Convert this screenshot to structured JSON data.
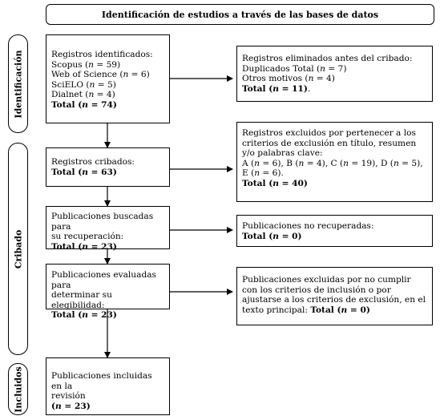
{
  "title": "Identificación de estudios a través de las bases de datos",
  "phases": {
    "identificacion": "Identificación",
    "cribado": "Cribado",
    "incluidos": "Incluidos"
  },
  "boxes": {
    "registros_identificados": {
      "heading": "Registros identificados:",
      "lines": [
        {
          "pre": "Scopus (",
          "n": "n",
          "post": " = 59)"
        },
        {
          "pre": "Web of Science (",
          "n": "n",
          "post": " = 6)"
        },
        {
          "pre": "SciELO (",
          "n": "n",
          "post": " = 5)"
        },
        {
          "pre": "Dialnet (",
          "n": "n",
          "post": " = 4)"
        }
      ],
      "total": {
        "pre": "Total (",
        "n": "n",
        "post": " = 74)"
      }
    },
    "registros_eliminados": {
      "heading": "Registros eliminados antes del cribado:",
      "lines": [
        {
          "pre": "Duplicados Total (",
          "n": "n",
          "post": " = 7)"
        },
        {
          "pre": "Otros motivos (",
          "n": "n",
          "post": " = 4)"
        }
      ],
      "total": {
        "pre": "Total (",
        "n": "n",
        "post": " = 11)",
        "tail": "."
      }
    },
    "registros_cribados": {
      "heading": "Registros cribados:",
      "total": {
        "pre": "Total (",
        "n": "n",
        "post": " = 63)"
      }
    },
    "registros_excluidos": {
      "lines": [
        "Registros excluidos por pertenecer a los",
        "criterios de exclusión en título, resumen",
        "y/o palabras clave:"
      ],
      "cats1": {
        "a": "A (",
        "n1": "n",
        "a2": " = 6), B (",
        "n2": "n",
        "b2": " = 4), C (",
        "n3": "n",
        "c2": " = 19), D (",
        "n4": "n",
        "d2": " = 5),"
      },
      "cats2": {
        "e": "E (",
        "n5": "n",
        "e2": " = 6)."
      },
      "total": {
        "pre": "Total (",
        "n": "n",
        "post": " = 40)"
      }
    },
    "publicaciones_buscadas": {
      "lines": [
        "Publicaciones buscadas para",
        "su recuperación:"
      ],
      "total": {
        "pre": "Total (",
        "n": "n",
        "post": " = 23)"
      }
    },
    "publicaciones_no_recuperadas": {
      "heading": "Publicaciones no recuperadas:",
      "total": {
        "pre": "Total (",
        "n": "n",
        "post": " = 0)"
      }
    },
    "publicaciones_evaluadas": {
      "lines": [
        "Publicaciones evaluadas para",
        "determinar su elegibilidad:"
      ],
      "total": {
        "pre": "Total (",
        "n": "n",
        "post": " = 23)"
      }
    },
    "publicaciones_excluidas": {
      "lines": [
        "Publicaciones excluidas por no cumplir",
        "con los criterios de inclusión o por",
        "ajustarse a los criterios de exclusión, en el"
      ],
      "last": {
        "pre": "texto principal: ",
        "total": "Total (",
        "n": "n",
        "post": " = 0)"
      }
    },
    "publicaciones_incluidas": {
      "lines": [
        "Publicaciones incluidas en la",
        "revisión"
      ],
      "total": {
        "pre": "(",
        "n": "n",
        "post": " = 23)"
      }
    }
  }
}
